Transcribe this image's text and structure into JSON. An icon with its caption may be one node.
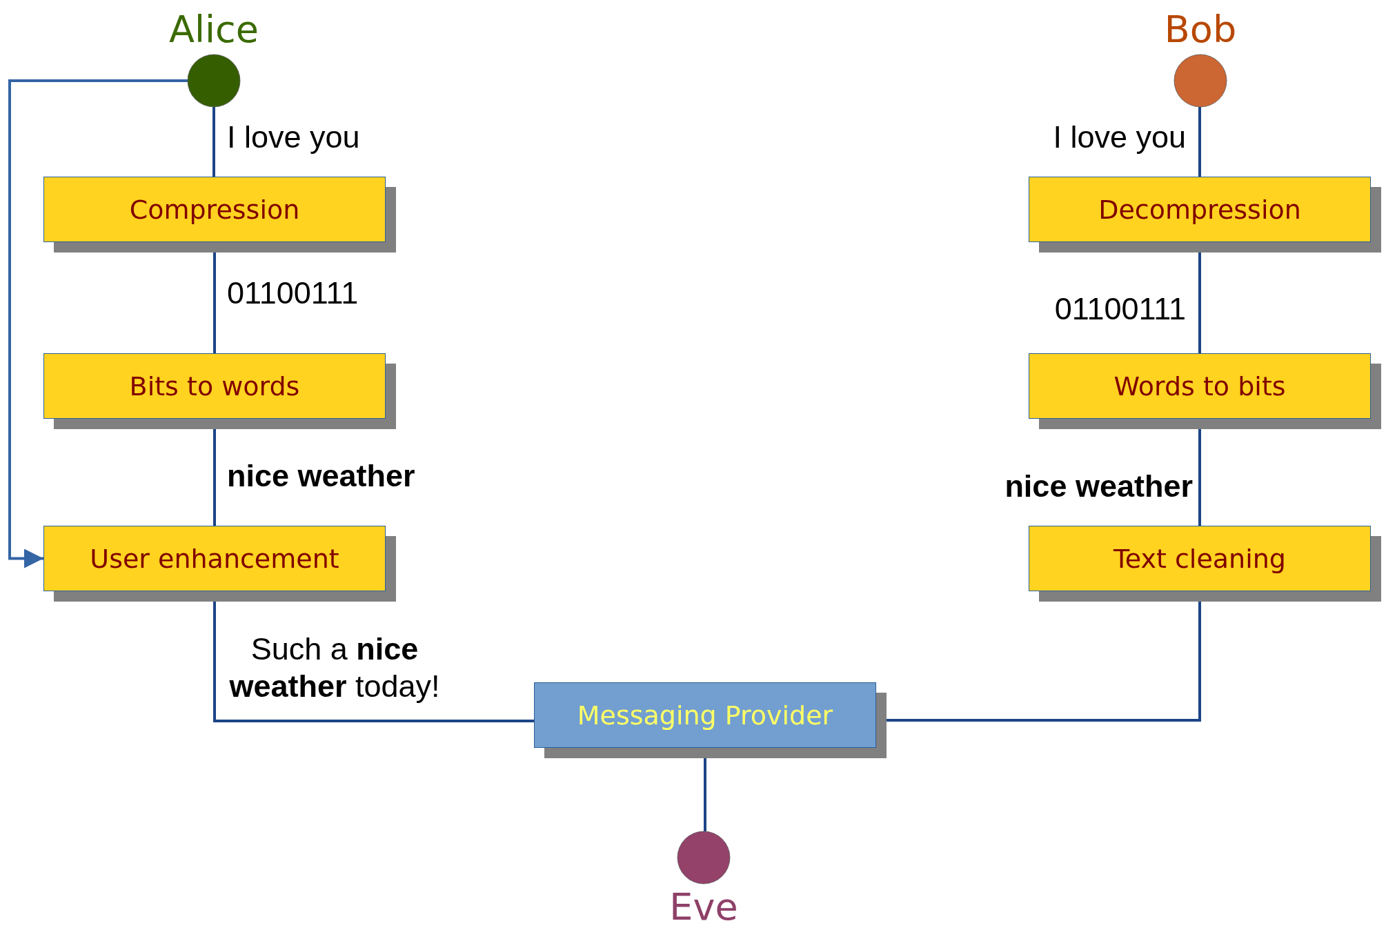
{
  "diagram": {
    "nodes": [
      {
        "text": [
          "Alice"
        ]
      },
      {
        "text": [
          "Compression"
        ]
      },
      {
        "text": [
          "Bits to words"
        ]
      },
      {
        "text": [
          "User enhancement"
        ]
      },
      {
        "text": [
          "Messaging Provider"
        ]
      },
      {
        "text": [
          "Eve"
        ]
      },
      {
        "text": [
          "Bob"
        ]
      },
      {
        "text": [
          "Decompression"
        ]
      },
      {
        "text": [
          "Words to bits"
        ]
      },
      {
        "text": [
          "Text cleaning"
        ]
      }
    ],
    "edges": [
      {
        "from": 0,
        "to": 1,
        "arrow": "none",
        "label": "I love you"
      },
      {
        "from": 1,
        "to": 2,
        "arrow": "none",
        "label": "01100111"
      },
      {
        "from": 2,
        "to": 3,
        "arrow": "none",
        "label": "nice weather"
      },
      {
        "from": 3,
        "to": 4,
        "arrow": "none",
        "label": "Such a **nice weather** today!"
      },
      {
        "from": 0,
        "to": 3,
        "arrow": "to",
        "color": "#3465a4"
      },
      {
        "from": 4,
        "to": 9,
        "arrow": "none"
      },
      {
        "from": 9,
        "to": 8,
        "arrow": "none",
        "label": "nice weather"
      },
      {
        "from": 8,
        "to": 7,
        "arrow": "none",
        "label": "01100111"
      },
      {
        "from": 7,
        "to": 6,
        "arrow": "none",
        "label": "I love you"
      },
      {
        "from": 4,
        "to": 5,
        "arrow": "none"
      }
    ]
  }
}
